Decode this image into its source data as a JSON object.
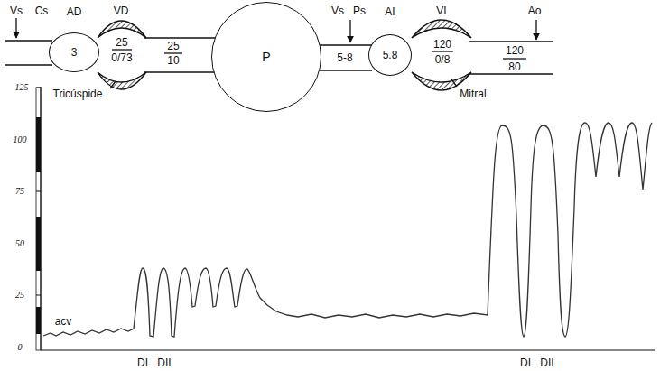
{
  "diagram": {
    "nodes": [
      {
        "text": [
          "AD",
          "3"
        ]
      },
      {
        "text": [
          "P"
        ]
      },
      {
        "text": [
          "AI",
          "5.8"
        ]
      }
    ],
    "labels": [
      "Vs",
      "Cs",
      "VD",
      "25",
      "0/73",
      "25",
      "10",
      "Tricúspide",
      "Vs",
      "Ps",
      "5-8",
      "VI",
      "120",
      "0/8",
      "Mitral",
      "Ao",
      "120",
      "80",
      "125",
      "100",
      "75",
      "50",
      "25",
      "0",
      "acv",
      "DI",
      "DII",
      "DI",
      "DII"
    ]
  }
}
